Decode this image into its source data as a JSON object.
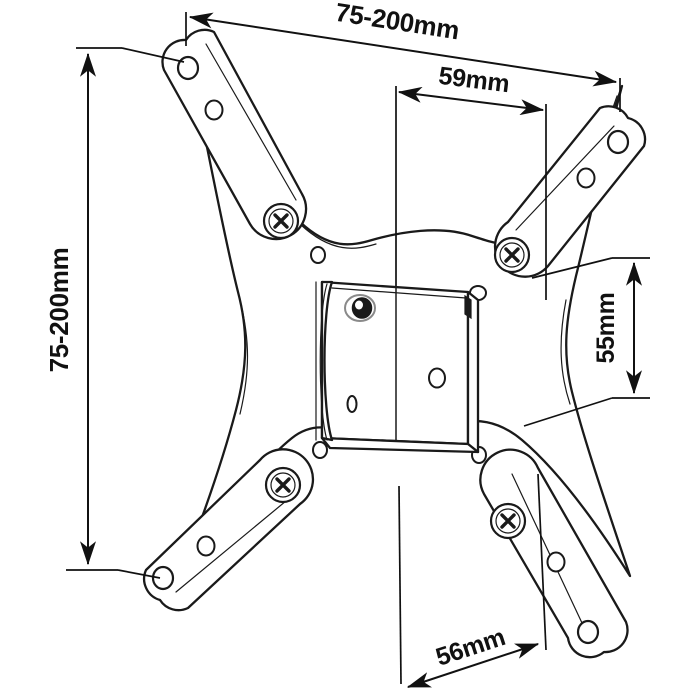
{
  "drawing": {
    "title": "TV wall mount bracket technical dimension drawing",
    "type": "technical-line-drawing",
    "background_color": "#ffffff",
    "line_color": "#1a1a1a",
    "text_color": "#111111",
    "units": "mm"
  },
  "dimensions": {
    "top_horizontal": {
      "label": "75-200mm",
      "name": "horizontal-vesa-range",
      "orientation": "horizontal"
    },
    "left_vertical": {
      "label": "75-200mm",
      "name": "vertical-vesa-range",
      "orientation": "vertical"
    },
    "top_inner": {
      "label": "59mm",
      "name": "plate-width",
      "orientation": "horizontal"
    },
    "right_vertical": {
      "label": "55mm",
      "name": "plate-height",
      "orientation": "vertical"
    },
    "bottom_angled": {
      "label": "56mm",
      "name": "lower-arm-span",
      "orientation": "angled"
    }
  },
  "parts": {
    "spider_body": "spider-plate",
    "arms": [
      {
        "name": "arm-top-left"
      },
      {
        "name": "arm-top-right"
      },
      {
        "name": "arm-bottom-left"
      },
      {
        "name": "arm-bottom-right"
      }
    ],
    "pivot_screws": [
      {
        "name": "pivot-screw-top-left"
      },
      {
        "name": "pivot-screw-top-right"
      },
      {
        "name": "pivot-screw-bottom-left"
      },
      {
        "name": "pivot-screw-bottom-right"
      }
    ],
    "center_bracket": "center-mounting-bracket"
  }
}
